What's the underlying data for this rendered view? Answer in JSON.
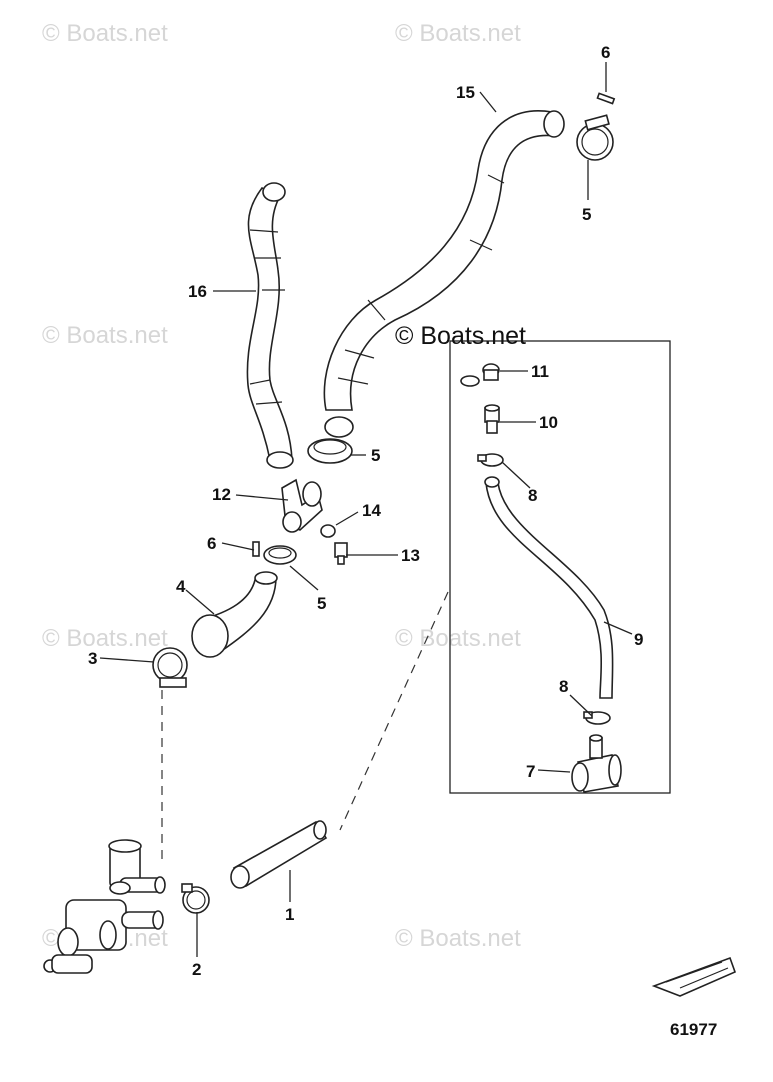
{
  "watermark_text": "© Boats.net",
  "center_watermark_text": "© Boats.net",
  "diagram_number": "61977",
  "callouts": {
    "c1": "1",
    "c2": "2",
    "c3": "3",
    "c4": "4",
    "c5a": "5",
    "c5b": "5",
    "c5c": "5",
    "c6a": "6",
    "c6b": "6",
    "c7": "7",
    "c8a": "8",
    "c8b": "8",
    "c9": "9",
    "c10": "10",
    "c11": "11",
    "c12": "12",
    "c13": "13",
    "c14": "14",
    "c15": "15",
    "c16": "16"
  },
  "icons": {
    "boat": "boat-icon",
    "pump": "water-pump-icon"
  },
  "colors": {
    "line": "#222222",
    "watermark": "#d6d6d6",
    "background": "#ffffff"
  }
}
